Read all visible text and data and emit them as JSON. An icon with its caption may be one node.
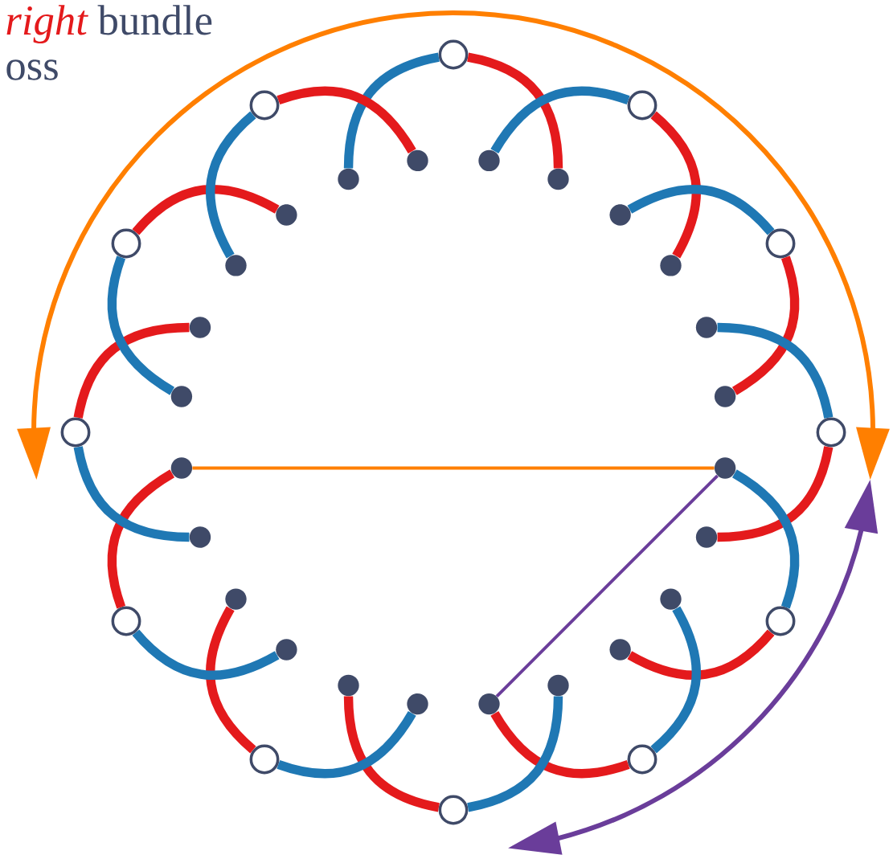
{
  "diagram": {
    "nodes": [
      {
        "text": [],
        "shape": "circle"
      },
      {
        "text": [],
        "shape": "circle"
      },
      {
        "text": [],
        "shape": "circle"
      },
      {
        "text": [],
        "shape": "circle"
      },
      {
        "text": [],
        "shape": "circle"
      },
      {
        "text": [],
        "shape": "circle"
      },
      {
        "text": [],
        "shape": "circle"
      },
      {
        "text": [],
        "shape": "circle"
      },
      {
        "text": [],
        "shape": "circle"
      },
      {
        "text": [],
        "shape": "circle"
      },
      {
        "text": [],
        "shape": "circle"
      },
      {
        "text": [],
        "shape": "circle"
      },
      {
        "text": [],
        "shape": "dot"
      },
      {
        "text": [],
        "shape": "dot"
      },
      {
        "text": [],
        "shape": "dot"
      },
      {
        "text": [],
        "shape": "dot"
      },
      {
        "text": [],
        "shape": "dot"
      },
      {
        "text": [],
        "shape": "dot"
      },
      {
        "text": [],
        "shape": "dot"
      },
      {
        "text": [],
        "shape": "dot"
      },
      {
        "text": [],
        "shape": "dot"
      },
      {
        "text": [],
        "shape": "dot"
      },
      {
        "text": [],
        "shape": "dot"
      },
      {
        "text": [],
        "shape": "dot"
      },
      {
        "text": [],
        "shape": "dot"
      },
      {
        "text": [],
        "shape": "dot"
      },
      {
        "text": [],
        "shape": "dot"
      },
      {
        "text": [],
        "shape": "dot"
      },
      {
        "text": [],
        "shape": "dot"
      },
      {
        "text": [],
        "shape": "dot"
      },
      {
        "text": [],
        "shape": "dot"
      },
      {
        "text": [],
        "shape": "dot"
      },
      {
        "text": [],
        "shape": "dot"
      },
      {
        "text": [],
        "shape": "dot"
      },
      {
        "text": [],
        "shape": "dot"
      },
      {
        "text": [],
        "shape": "dot"
      }
    ],
    "edges": [
      {
        "from": 0,
        "to": 13,
        "arrow": "none",
        "color": "#e41a1c"
      },
      {
        "from": 0,
        "to": 34,
        "arrow": "none",
        "color": "#1f78b4"
      },
      {
        "from": 1,
        "to": 15,
        "arrow": "none",
        "color": "#e41a1c"
      },
      {
        "from": 1,
        "to": 12,
        "arrow": "none",
        "color": "#1f78b4"
      },
      {
        "from": 2,
        "to": 17,
        "arrow": "none",
        "color": "#e41a1c"
      },
      {
        "from": 2,
        "to": 14,
        "arrow": "none",
        "color": "#1f78b4"
      },
      {
        "from": 3,
        "to": 19,
        "arrow": "none",
        "color": "#e41a1c"
      },
      {
        "from": 3,
        "to": 16,
        "arrow": "none",
        "color": "#1f78b4"
      },
      {
        "from": 4,
        "to": 21,
        "arrow": "none",
        "color": "#e41a1c"
      },
      {
        "from": 4,
        "to": 18,
        "arrow": "none",
        "color": "#1f78b4"
      },
      {
        "from": 5,
        "to": 23,
        "arrow": "none",
        "color": "#e41a1c"
      },
      {
        "from": 5,
        "to": 20,
        "arrow": "none",
        "color": "#1f78b4"
      },
      {
        "from": 6,
        "to": 25,
        "arrow": "none",
        "color": "#e41a1c"
      },
      {
        "from": 6,
        "to": 22,
        "arrow": "none",
        "color": "#1f78b4"
      },
      {
        "from": 7,
        "to": 27,
        "arrow": "none",
        "color": "#e41a1c"
      },
      {
        "from": 7,
        "to": 24,
        "arrow": "none",
        "color": "#1f78b4"
      },
      {
        "from": 8,
        "to": 29,
        "arrow": "none",
        "color": "#e41a1c"
      },
      {
        "from": 8,
        "to": 26,
        "arrow": "none",
        "color": "#1f78b4"
      },
      {
        "from": 9,
        "to": 31,
        "arrow": "none",
        "color": "#e41a1c"
      },
      {
        "from": 9,
        "to": 28,
        "arrow": "none",
        "color": "#1f78b4"
      },
      {
        "from": 10,
        "to": 33,
        "arrow": "none",
        "color": "#e41a1c"
      },
      {
        "from": 10,
        "to": 30,
        "arrow": "none",
        "color": "#1f78b4"
      },
      {
        "from": 11,
        "to": 35,
        "arrow": "none",
        "color": "#e41a1c"
      },
      {
        "from": 11,
        "to": 32,
        "arrow": "none",
        "color": "#1f78b4"
      },
      {
        "from": 29,
        "to": 18,
        "arrow": "none",
        "color": "#ff7f00"
      },
      {
        "from": 18,
        "to": 23,
        "arrow": "none",
        "color": "#6a3d9a"
      }
    ],
    "labels": [
      "right",
      "bundle",
      "oss"
    ]
  }
}
